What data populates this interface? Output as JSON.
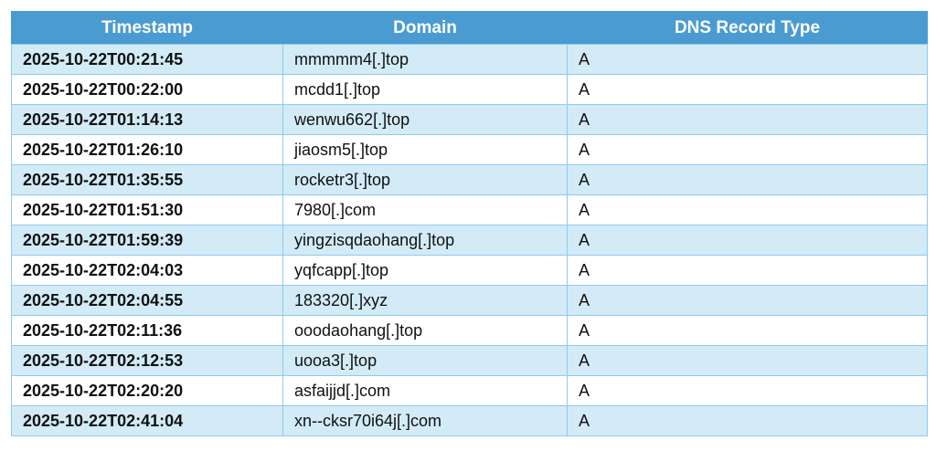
{
  "table": {
    "headers": [
      "Timestamp",
      "Domain",
      "DNS Record Type"
    ],
    "rows": [
      {
        "timestamp": "2025-10-22T00:21:45",
        "domain": "mmmmm4[.]top",
        "record_type": "A"
      },
      {
        "timestamp": "2025-10-22T00:22:00",
        "domain": "mcdd1[.]top",
        "record_type": "A"
      },
      {
        "timestamp": "2025-10-22T01:14:13",
        "domain": "wenwu662[.]top",
        "record_type": "A"
      },
      {
        "timestamp": "2025-10-22T01:26:10",
        "domain": "jiaosm5[.]top",
        "record_type": "A"
      },
      {
        "timestamp": "2025-10-22T01:35:55",
        "domain": "rocketr3[.]top",
        "record_type": "A"
      },
      {
        "timestamp": "2025-10-22T01:51:30",
        "domain": "7980[.]com",
        "record_type": "A"
      },
      {
        "timestamp": "2025-10-22T01:59:39",
        "domain": "yingzisqdaohang[.]top",
        "record_type": "A"
      },
      {
        "timestamp": "2025-10-22T02:04:03",
        "domain": "yqfcapp[.]top",
        "record_type": "A"
      },
      {
        "timestamp": "2025-10-22T02:04:55",
        "domain": "183320[.]xyz",
        "record_type": "A"
      },
      {
        "timestamp": "2025-10-22T02:11:36",
        "domain": "ooodaohang[.]top",
        "record_type": "A"
      },
      {
        "timestamp": "2025-10-22T02:12:53",
        "domain": "uooa3[.]top",
        "record_type": "A"
      },
      {
        "timestamp": "2025-10-22T02:20:20",
        "domain": "asfaijjd[.]com",
        "record_type": "A"
      },
      {
        "timestamp": "2025-10-22T02:41:04",
        "domain": "xn--cksr70i64j[.]com",
        "record_type": "A"
      }
    ]
  },
  "colors": {
    "header_bg": "#4a9bd1",
    "header_text": "#ffffff",
    "row_alt_bg": "#d2ebf7",
    "row_bg": "#ffffff",
    "border": "#8fcaee"
  }
}
